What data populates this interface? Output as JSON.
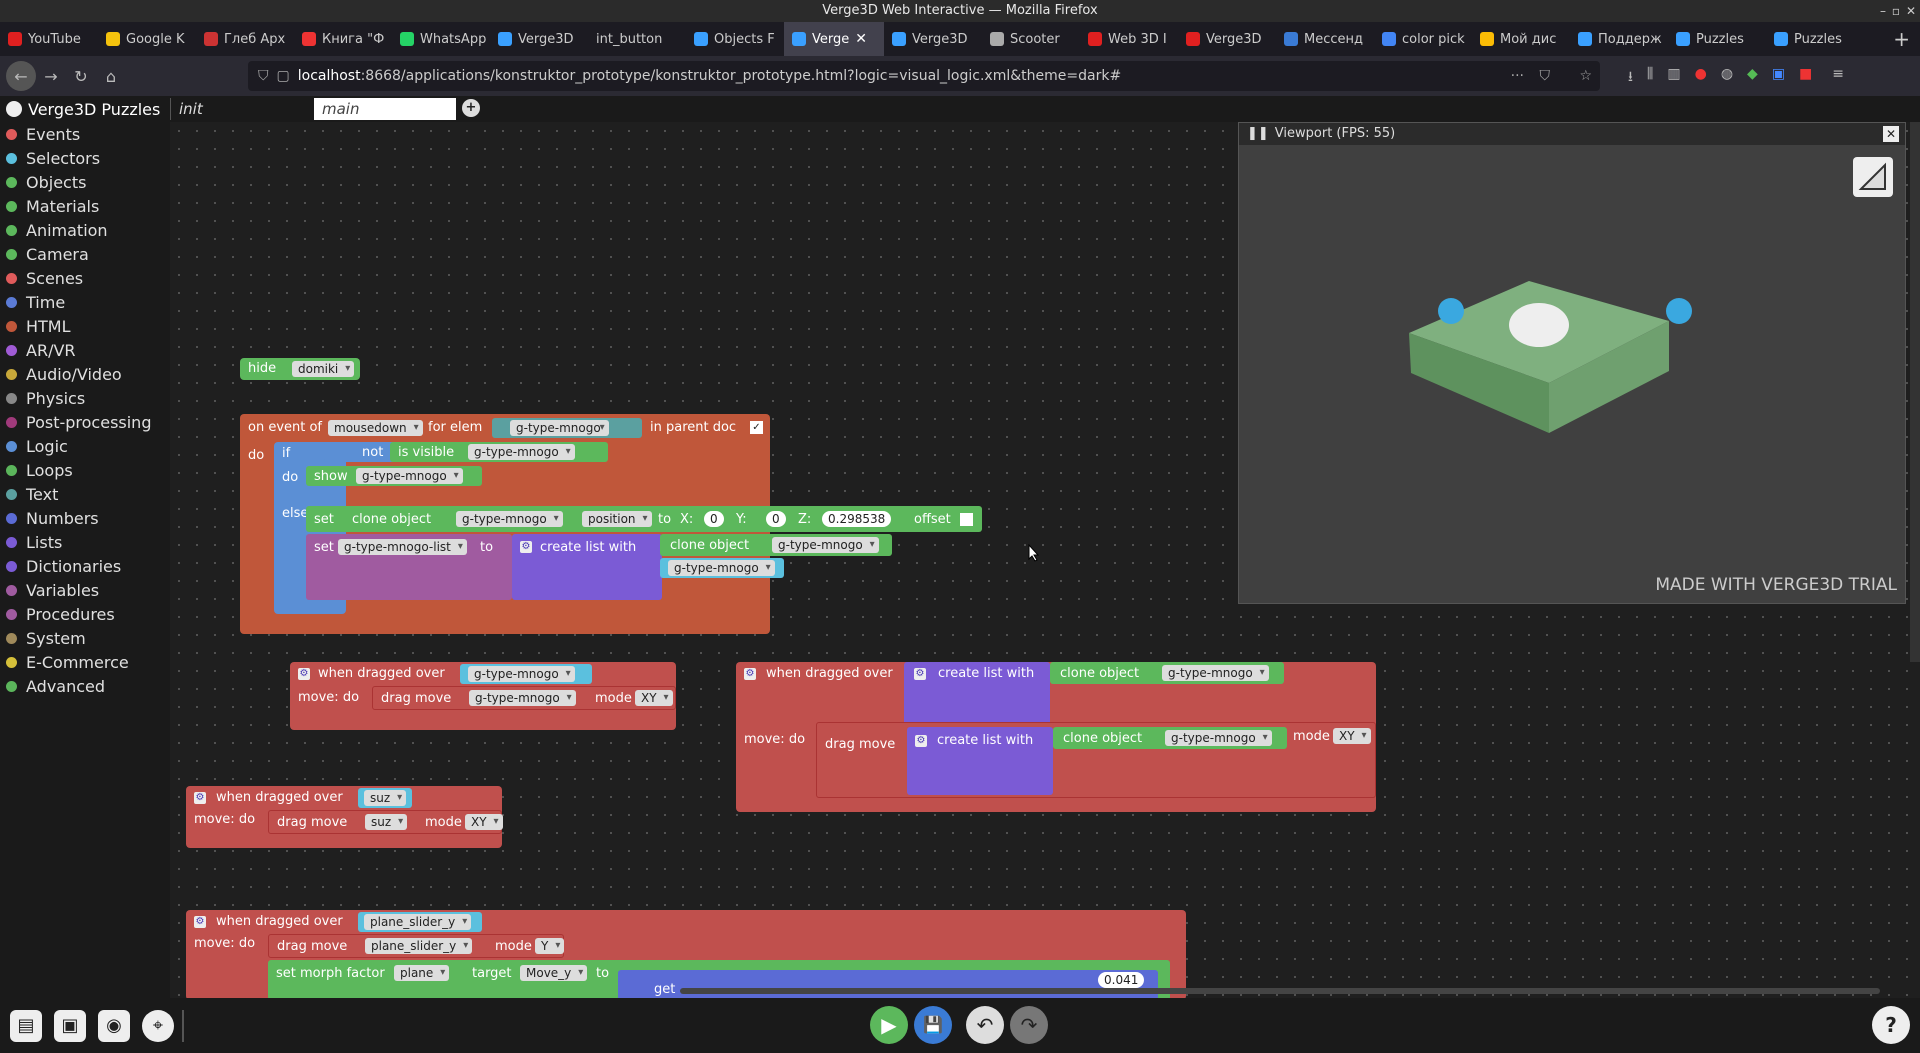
{
  "window": {
    "title": "Verge3D Web Interactive — Mozilla Firefox",
    "controls": [
      "–",
      "▫",
      "✕"
    ]
  },
  "tabs": [
    {
      "label": "YouTube",
      "color": "#e02020"
    },
    {
      "label": "Google K",
      "color": "#f4c20d"
    },
    {
      "label": "Глеб Арх",
      "color": "#c33"
    },
    {
      "label": "Книга \"Ф",
      "color": "#e33"
    },
    {
      "label": "WhatsApp",
      "color": "#25d366"
    },
    {
      "label": "Verge3D",
      "color": "#3aa0ff"
    },
    {
      "label": "int_button",
      "color": ""
    },
    {
      "label": "Objects F",
      "color": "#3aa0ff"
    },
    {
      "label": "Verge",
      "color": "#3aa0ff",
      "active": true
    },
    {
      "label": "Verge3D",
      "color": "#3aa0ff"
    },
    {
      "label": "Scooter",
      "color": "#aaa"
    },
    {
      "label": "Web 3D I",
      "color": "#e02020"
    },
    {
      "label": "Verge3D",
      "color": "#e02020"
    },
    {
      "label": "Мессенд",
      "color": "#3a7bd5"
    },
    {
      "label": "color pick",
      "color": "#4285f4"
    },
    {
      "label": "Мой дис",
      "color": "#fbbc05"
    },
    {
      "label": "Поддерж",
      "color": "#3aa0ff"
    },
    {
      "label": "Puzzles",
      "color": "#3aa0ff"
    },
    {
      "label": "Puzzles",
      "color": "#3aa0ff"
    }
  ],
  "nav": {
    "back": "←",
    "forward": "→",
    "reload": "↻",
    "home": "⌂"
  },
  "url": {
    "host": "localhost",
    "path": ":8668/applications/konstruktor_prototype/konstruktor_prototype.html?logic=visual_logic.xml&theme=dark#"
  },
  "app": {
    "title": "Verge3D Puzzles",
    "tabs": [
      "init",
      "main"
    ]
  },
  "categories": [
    {
      "label": "Events",
      "color": "#e05b5b"
    },
    {
      "label": "Selectors",
      "color": "#5bc0de"
    },
    {
      "label": "Objects",
      "color": "#5cb85c"
    },
    {
      "label": "Materials",
      "color": "#5cb85c"
    },
    {
      "label": "Animation",
      "color": "#5cb85c"
    },
    {
      "label": "Camera",
      "color": "#5cb85c"
    },
    {
      "label": "Scenes",
      "color": "#e05b5b"
    },
    {
      "label": "Time",
      "color": "#5b7bd5"
    },
    {
      "label": "HTML",
      "color": "#c0573a"
    },
    {
      "label": "AR/VR",
      "color": "#a05bd5"
    },
    {
      "label": "Audio/Video",
      "color": "#c8a83a"
    },
    {
      "label": "Physics",
      "color": "#888"
    },
    {
      "label": "Post-processing",
      "color": "#a03a7b"
    },
    {
      "label": "Logic",
      "color": "#5b8fd5"
    },
    {
      "label": "Loops",
      "color": "#5bb55b"
    },
    {
      "label": "Text",
      "color": "#5ba0a0"
    },
    {
      "label": "Numbers",
      "color": "#5b6bd5"
    },
    {
      "label": "Lists",
      "color": "#7b5bd5"
    },
    {
      "label": "Dictionaries",
      "color": "#7b5bd5"
    },
    {
      "label": "Variables",
      "color": "#a05ba0"
    },
    {
      "label": "Procedures",
      "color": "#a05ba0"
    },
    {
      "label": "System",
      "color": "#a08a5b"
    },
    {
      "label": "E-Commerce",
      "color": "#d5c03a"
    },
    {
      "label": "Advanced",
      "color": "#5bb55b"
    }
  ],
  "blocks": {
    "hide": {
      "label": "hide",
      "target": "domiki"
    },
    "onevent": {
      "on_event_of": "on event of",
      "event": "mousedown",
      "for_elem": "for elem",
      "elem": "g-type-mnogo",
      "in_parent_doc": "in parent doc",
      "do": "do",
      "if": "if",
      "not": "not",
      "is_visible": "is visible",
      "vis_target": "g-type-mnogo",
      "do2": "do",
      "show": "show",
      "show_target": "g-type-mnogo",
      "else": "else",
      "set": "set",
      "clone_object": "clone object",
      "clone_target": "g-type-mnogo",
      "position": "position",
      "to": "to",
      "x": "X:",
      "xv": "0",
      "y": "Y:",
      "yv": "0",
      "z": "Z:",
      "zv": "0.298538",
      "offset": "offset",
      "set2": "set",
      "var": "g-type-mnogo-list",
      "to2": "to",
      "create_list": "create list with",
      "clone2": "clone object",
      "clone2_target": "g-type-mnogo",
      "item2": "g-type-mnogo"
    },
    "drag1": {
      "when": "when dragged over",
      "target": "g-type-mnogo",
      "movedo": "move: do",
      "dragmove": "drag move",
      "dm_target": "g-type-mnogo",
      "mode": "mode",
      "mode_v": "XY"
    },
    "drag2": {
      "when": "when dragged over",
      "create": "create list with",
      "clone": "clone object",
      "clone_target": "g-type-mnogo",
      "movedo": "move: do",
      "dragmove": "drag move",
      "create2": "create list with",
      "clone2": "clone object",
      "clone2_target": "g-type-mnogo",
      "mode": "mode",
      "mode_v": "XY"
    },
    "drag3": {
      "when": "when dragged over",
      "target": "suz",
      "movedo": "move: do",
      "dragmove": "drag move",
      "dm_target": "suz",
      "mode": "mode",
      "mode_v": "XY"
    },
    "drag4": {
      "when": "when dragged over",
      "target": "plane_slider_y",
      "movedo": "move: do",
      "dragmove": "drag move",
      "dm_target": "plane_slider_y",
      "mode": "mode",
      "mode_v": "Y",
      "setmorph": "set morph factor",
      "morph_obj": "plane",
      "target_lbl": "target",
      "morph_target": "Move_y",
      "to": "to",
      "get": "get",
      "num": "0.041"
    }
  },
  "viewport": {
    "title": "Viewport (FPS: 55)",
    "close": "✕",
    "watermark": "MADE WITH VERGE3D TRIAL"
  },
  "toolbar": {
    "play": "▶",
    "save": "💾",
    "undo": "↶",
    "redo": "↷",
    "help": "?"
  }
}
